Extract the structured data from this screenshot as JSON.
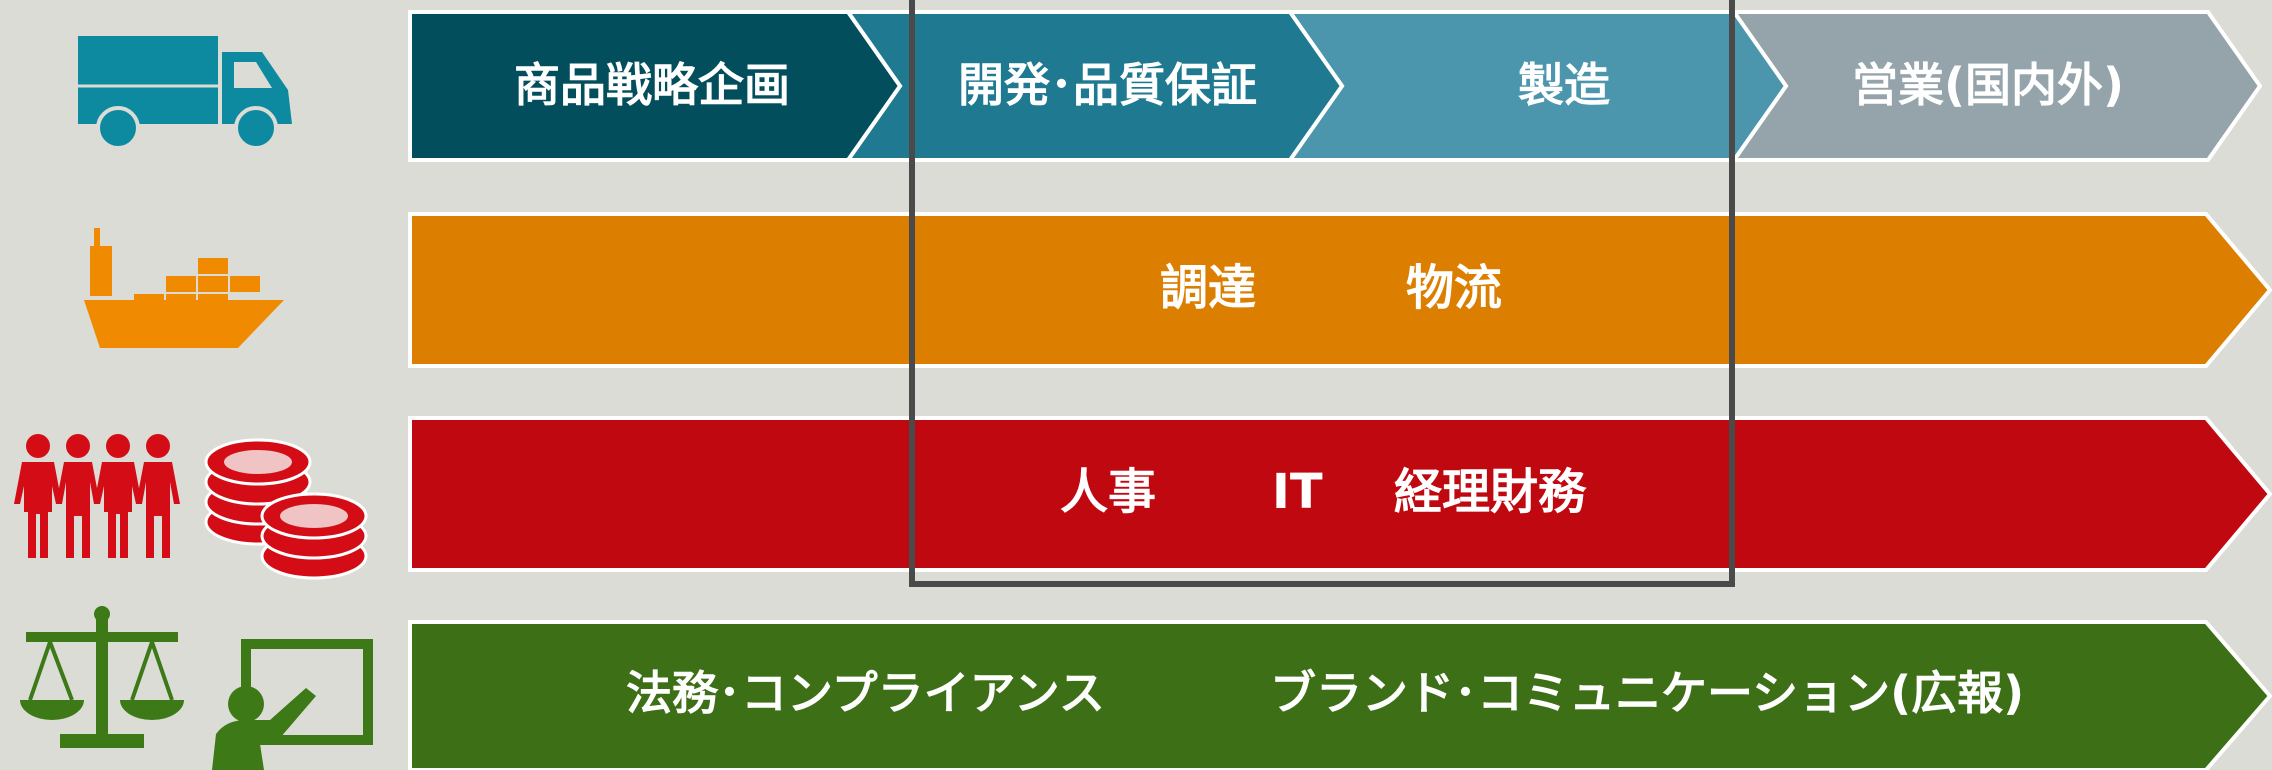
{
  "colors": {
    "background": "#dcdcd6",
    "stage_1": "#024e5c",
    "stage_2": "#1f7a91",
    "stage_3": "#4b95ad",
    "stage_4": "#95a3aa",
    "procurement": "#dc7e00",
    "corporate": "#c00810",
    "compliance": "#3d7016",
    "outline": "#ffffff",
    "frame": "#4a4a4a"
  },
  "value_chain": {
    "stages": [
      {
        "label": "商品戦略企画"
      },
      {
        "label": "開発･品質保証"
      },
      {
        "label": "製造"
      },
      {
        "label": "営業(国内外)"
      }
    ]
  },
  "support_rows": {
    "procurement": {
      "items": [
        "調達",
        "物流"
      ],
      "icon": "cargo-ship-icon"
    },
    "corporate": {
      "items": [
        "人事",
        "IT",
        "経理財務"
      ],
      "icon": "people-and-coins-icon"
    },
    "compliance": {
      "items": [
        "法務･コンプライアンス",
        "ブランド･コミュニケーション(広報)"
      ],
      "icon": "scales-and-presentation-icon"
    }
  },
  "icons": {
    "value_chain": "delivery-truck-icon"
  }
}
